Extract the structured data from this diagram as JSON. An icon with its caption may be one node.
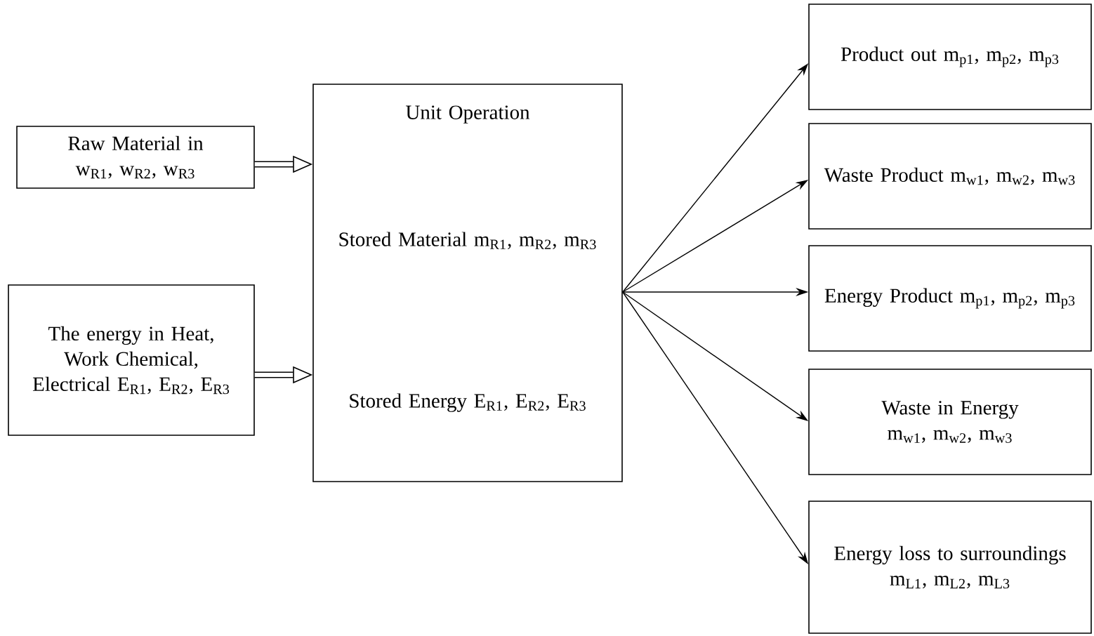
{
  "diagram": {
    "nodes": [
      {
        "text": [
          "Raw Material in w$_{R1}$, w$_{R2}$, w$_{R3}$"
        ]
      },
      {
        "text": [
          "The energy in Heat, Work Chemical, Electrical E$_{R1}$, E$_{R2}$, E$_{R3}$"
        ]
      },
      {
        "text": [
          "Unit Operation",
          "Stored Material m$_{R1}$, m$_{R2}$, m$_{R3}$",
          "Stored Energy E$_{R1}$, E$_{R2}$, E$_{R3}$"
        ]
      },
      {
        "text": [
          "Product out m$_{p1}$, m$_{p2}$, m$_{p3}$"
        ]
      },
      {
        "text": [
          "Waste Product m$_{w1}$, m$_{w2}$, m$_{w3}$"
        ]
      },
      {
        "text": [
          "Energy Product m$_{p1}$, m$_{p2}$, m$_{p3}$"
        ]
      },
      {
        "text": [
          "Waste in Energy m$_{w1}$, m$_{w2}$, m$_{w3}$"
        ]
      },
      {
        "text": [
          "Energy loss to surroundings m$_{L1}$, m$_{L2}$, m$_{L3}$"
        ]
      }
    ],
    "edges": [
      {
        "from": 0,
        "to": 2,
        "arrow": "to",
        "style": "thick"
      },
      {
        "from": 1,
        "to": 2,
        "arrow": "to",
        "style": "thick"
      },
      {
        "from": 2,
        "to": 3,
        "arrow": "to"
      },
      {
        "from": 2,
        "to": 4,
        "arrow": "to"
      },
      {
        "from": 2,
        "to": 5,
        "arrow": "to"
      },
      {
        "from": 2,
        "to": 6,
        "arrow": "to"
      },
      {
        "from": 2,
        "to": 7,
        "arrow": "to"
      }
    ]
  }
}
